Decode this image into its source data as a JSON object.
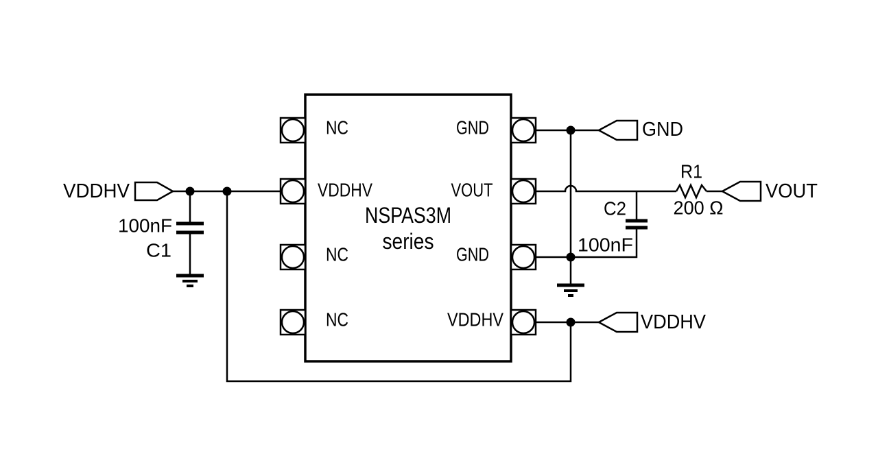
{
  "ic": {
    "title_line1": "NSPAS3M",
    "title_line2": "series",
    "left_pins": [
      {
        "label": "NC"
      },
      {
        "label": "VDDHV"
      },
      {
        "label": "NC"
      },
      {
        "label": "NC"
      }
    ],
    "right_pins": [
      {
        "label": "GND"
      },
      {
        "label": "VOUT"
      },
      {
        "label": "GND"
      },
      {
        "label": "VDDHV"
      }
    ]
  },
  "ports": {
    "vddhv_in": {
      "label": "VDDHV"
    },
    "gnd": {
      "label": "GND"
    },
    "vout": {
      "label": "VOUT"
    },
    "vddhv_out": {
      "label": "VDDHV"
    }
  },
  "components": {
    "c1": {
      "ref": "C1",
      "value": "100nF"
    },
    "c2": {
      "ref": "C2",
      "value": "100nF"
    },
    "r1": {
      "ref": "R1",
      "value": "200 Ω"
    }
  },
  "colors": {
    "line": "#000000",
    "background": "#ffffff"
  }
}
